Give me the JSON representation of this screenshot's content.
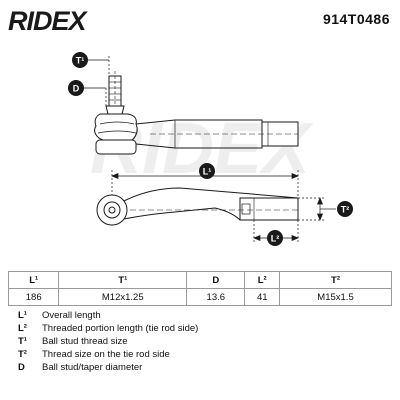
{
  "brand": {
    "logo_text": "RIDEX"
  },
  "part_number": "914T0486",
  "watermark": "RIDEX",
  "dimension_tags": {
    "t1": "T¹",
    "d": "D",
    "l1": "L¹",
    "t2": "T²",
    "l2": "L²"
  },
  "spec_table": {
    "headers": [
      "L¹",
      "T¹",
      "D",
      "L²",
      "T²"
    ],
    "values": [
      "186",
      "M12x1.25",
      "13.6",
      "41",
      "M15x1.5"
    ]
  },
  "legend": [
    {
      "key": "L¹",
      "desc": "Overall length"
    },
    {
      "key": "L²",
      "desc": "Threaded portion length (tie rod side)"
    },
    {
      "key": "T¹",
      "desc": "Ball stud thread size"
    },
    {
      "key": "T²",
      "desc": "Thread size on the tie rod side"
    },
    {
      "key": "D",
      "desc": "Ball stud/taper diameter"
    }
  ],
  "colors": {
    "line": "#1a1a1a",
    "tag_fill": "#1a1a1a",
    "tag_text": "#ffffff",
    "watermark": "#ededed",
    "table_border": "#9a9a9a"
  }
}
